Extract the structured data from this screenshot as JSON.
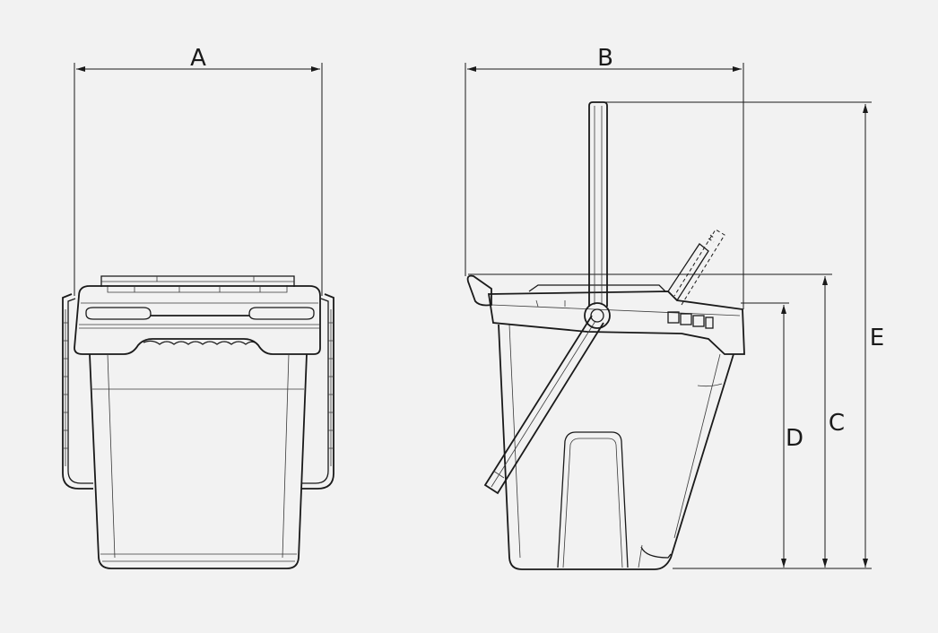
{
  "dimensions": {
    "a": "A",
    "b": "B",
    "c": "C",
    "d": "D",
    "e": "E"
  },
  "colors": {
    "background": "#f2f2f2",
    "ink": "#1a1a1a"
  }
}
